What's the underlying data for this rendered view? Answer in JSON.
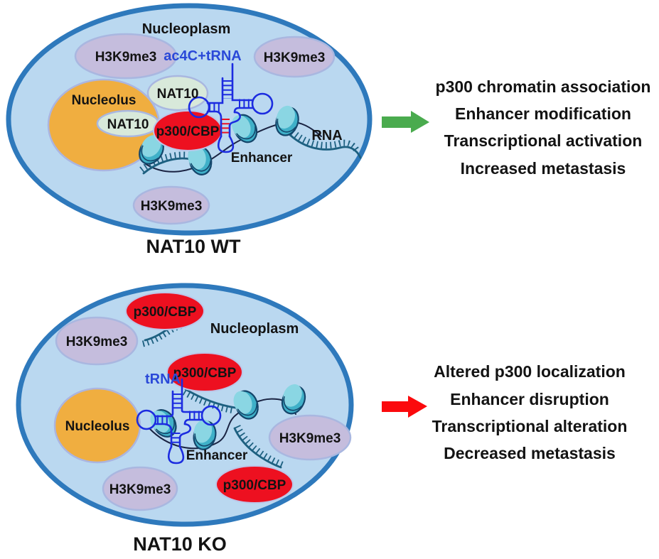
{
  "labels": {
    "nucleoplasm": "Nucleoplasm",
    "nucleolus": "Nucleolus",
    "h3k9me3": "H3K9me3",
    "nat10": "NAT10",
    "p300_cbp": "p300/CBP",
    "ac4c_trna": "ac4C+tRNA",
    "trna": "tRNA",
    "enhancer": "Enhancer",
    "rna": "RNA"
  },
  "captions": {
    "wt": "NAT10 WT",
    "ko": "NAT10 KO"
  },
  "wt_outcomes": [
    "p300 chromatin association",
    "Enhancer modification",
    "Transcriptional activation",
    "Increased metastasis"
  ],
  "ko_outcomes": [
    "Altered p300 localization",
    "Enhancer disruption",
    "Transcriptional alteration",
    "Decreased metastasis"
  ],
  "colors": {
    "cell_fill": "#bad8f0",
    "cell_border": "#2e79bc",
    "h3k9me3_fill": "#c5bddd",
    "nat10_fill": "#d8e9da",
    "nucleolus_fill": "#f0ae40",
    "p300_fill": "#ed1020",
    "trna_blue": "#1c2ce0",
    "nucleosome_teal": "#3fb0c8",
    "rna_strand": "#1d6080",
    "arrow_green": "#4aab4e",
    "arrow_red": "#fb0a0d"
  }
}
